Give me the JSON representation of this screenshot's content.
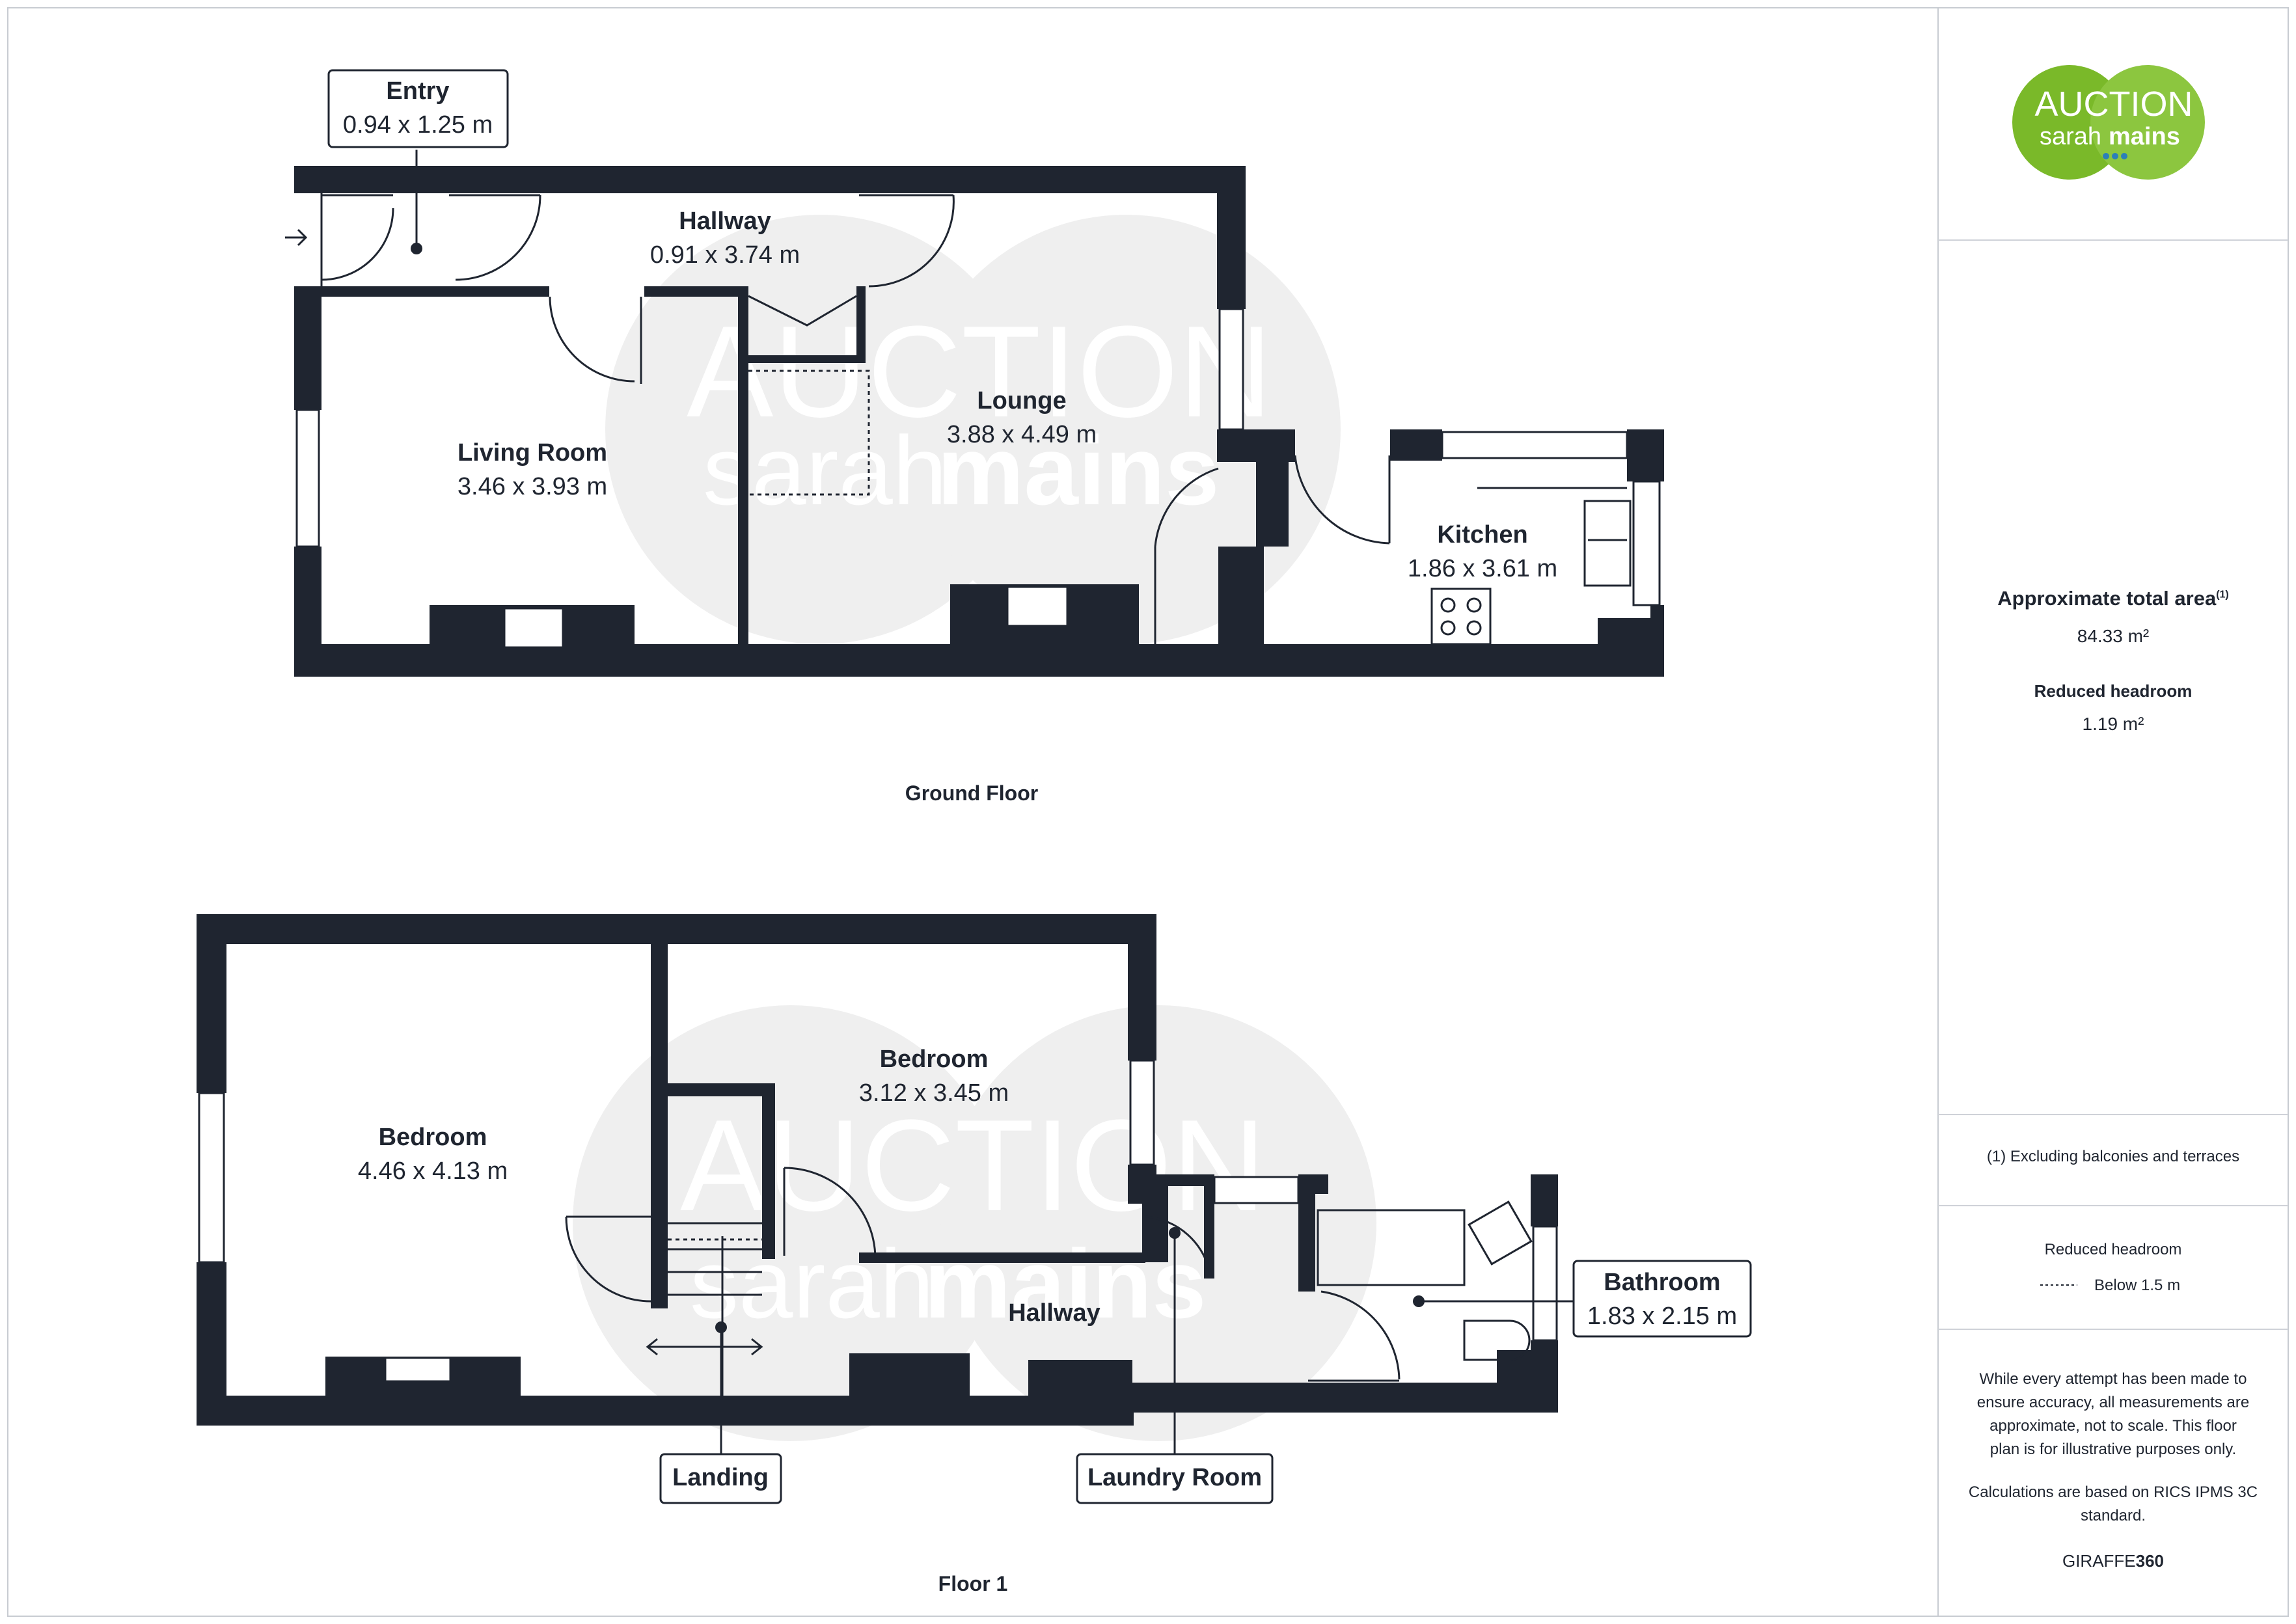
{
  "brand": {
    "logo_line1": "AUCTION",
    "logo_line2a": "sarah",
    "logo_line2b": "mains",
    "green": "#7ab929",
    "green_light": "#8cc63f"
  },
  "ground_floor": {
    "label": "Ground Floor",
    "rooms": [
      {
        "id": "entry",
        "name": "Entry",
        "size": "0.94 x 1.25 m"
      },
      {
        "id": "hallway",
        "name": "Hallway",
        "size": "0.91 x 3.74 m"
      },
      {
        "id": "living",
        "name": "Living Room",
        "size": "3.46 x 3.93 m"
      },
      {
        "id": "lounge",
        "name": "Lounge",
        "size": "3.88 x 4.49 m"
      },
      {
        "id": "kitchen",
        "name": "Kitchen",
        "size": "1.86 x 3.61 m"
      }
    ]
  },
  "floor1": {
    "label": "Floor 1",
    "rooms": [
      {
        "id": "bed1",
        "name": "Bedroom",
        "size": "4.46 x 4.13 m"
      },
      {
        "id": "bed2",
        "name": "Bedroom",
        "size": "3.12 x 3.45 m"
      },
      {
        "id": "hall",
        "name": "Hallway"
      },
      {
        "id": "bath",
        "name": "Bathroom",
        "size": "1.83 x 2.15 m"
      },
      {
        "id": "landing",
        "name": "Landing"
      },
      {
        "id": "laundry",
        "name": "Laundry Room"
      }
    ]
  },
  "summary": {
    "total_label": "Approximate total area",
    "total_sup": "(1)",
    "total_value": "84.33 m²",
    "reduced_label": "Reduced headroom",
    "reduced_value": "1.19 m²",
    "footnote": "(1) Excluding balconies and terraces",
    "legend_title": "Reduced headroom",
    "legend_item": "Below 1.5 m",
    "disclaimer": [
      "While every attempt has been made to",
      "ensure accuracy, all measurements are",
      "approximate, not to scale. This floor",
      "plan is for illustrative purposes only."
    ],
    "calc": [
      "Calculations are based on RICS IPMS 3C",
      "standard."
    ],
    "giraffe_a": "GIRAFFE",
    "giraffe_b": "360"
  },
  "colors": {
    "wall": "#1f2530",
    "text": "#1f2530",
    "watermark": "#eeeeee",
    "border": "#c8ccd2"
  }
}
